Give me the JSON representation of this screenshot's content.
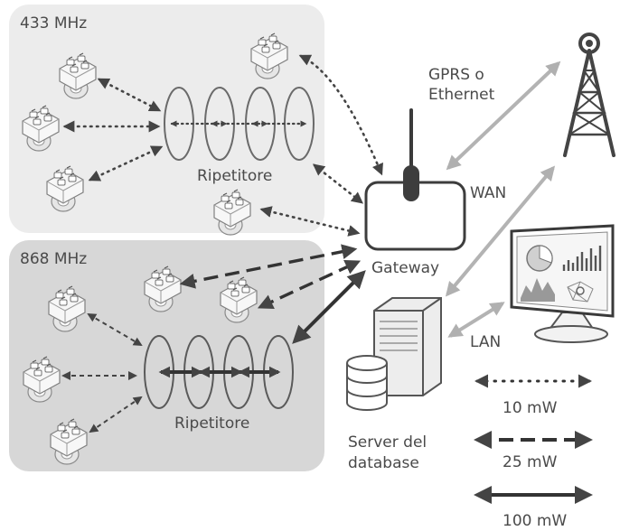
{
  "zones": {
    "band_433": {
      "label": "433 MHz"
    },
    "band_868": {
      "label": "868 MHz"
    }
  },
  "repeater_433": {
    "label": "Ripetitore"
  },
  "repeater_868": {
    "label": "Ripetitore"
  },
  "gateway": {
    "label": "Gateway"
  },
  "wan": {
    "label_line1": "GPRS o",
    "label_line2": "Ethernet",
    "wan_label": "WAN"
  },
  "lan": {
    "label": "LAN"
  },
  "server": {
    "label_line1": "Server del",
    "label_line2": "database"
  },
  "legend": [
    {
      "style": "dotted",
      "label": "10 mW"
    },
    {
      "style": "dashed",
      "label": "25 mW"
    },
    {
      "style": "solid",
      "label": "100 mW"
    }
  ],
  "colors": {
    "zone_433": "#ececec",
    "zone_868": "#d6d6d6",
    "dark_link": "#444444",
    "light_link": "#b3b3b3",
    "device": "#f4f4f4"
  },
  "icons": [
    "water-meter-icon",
    "repeater-icon",
    "gateway-icon",
    "cell-tower-icon",
    "server-icon",
    "database-icon",
    "monitor-icon"
  ]
}
